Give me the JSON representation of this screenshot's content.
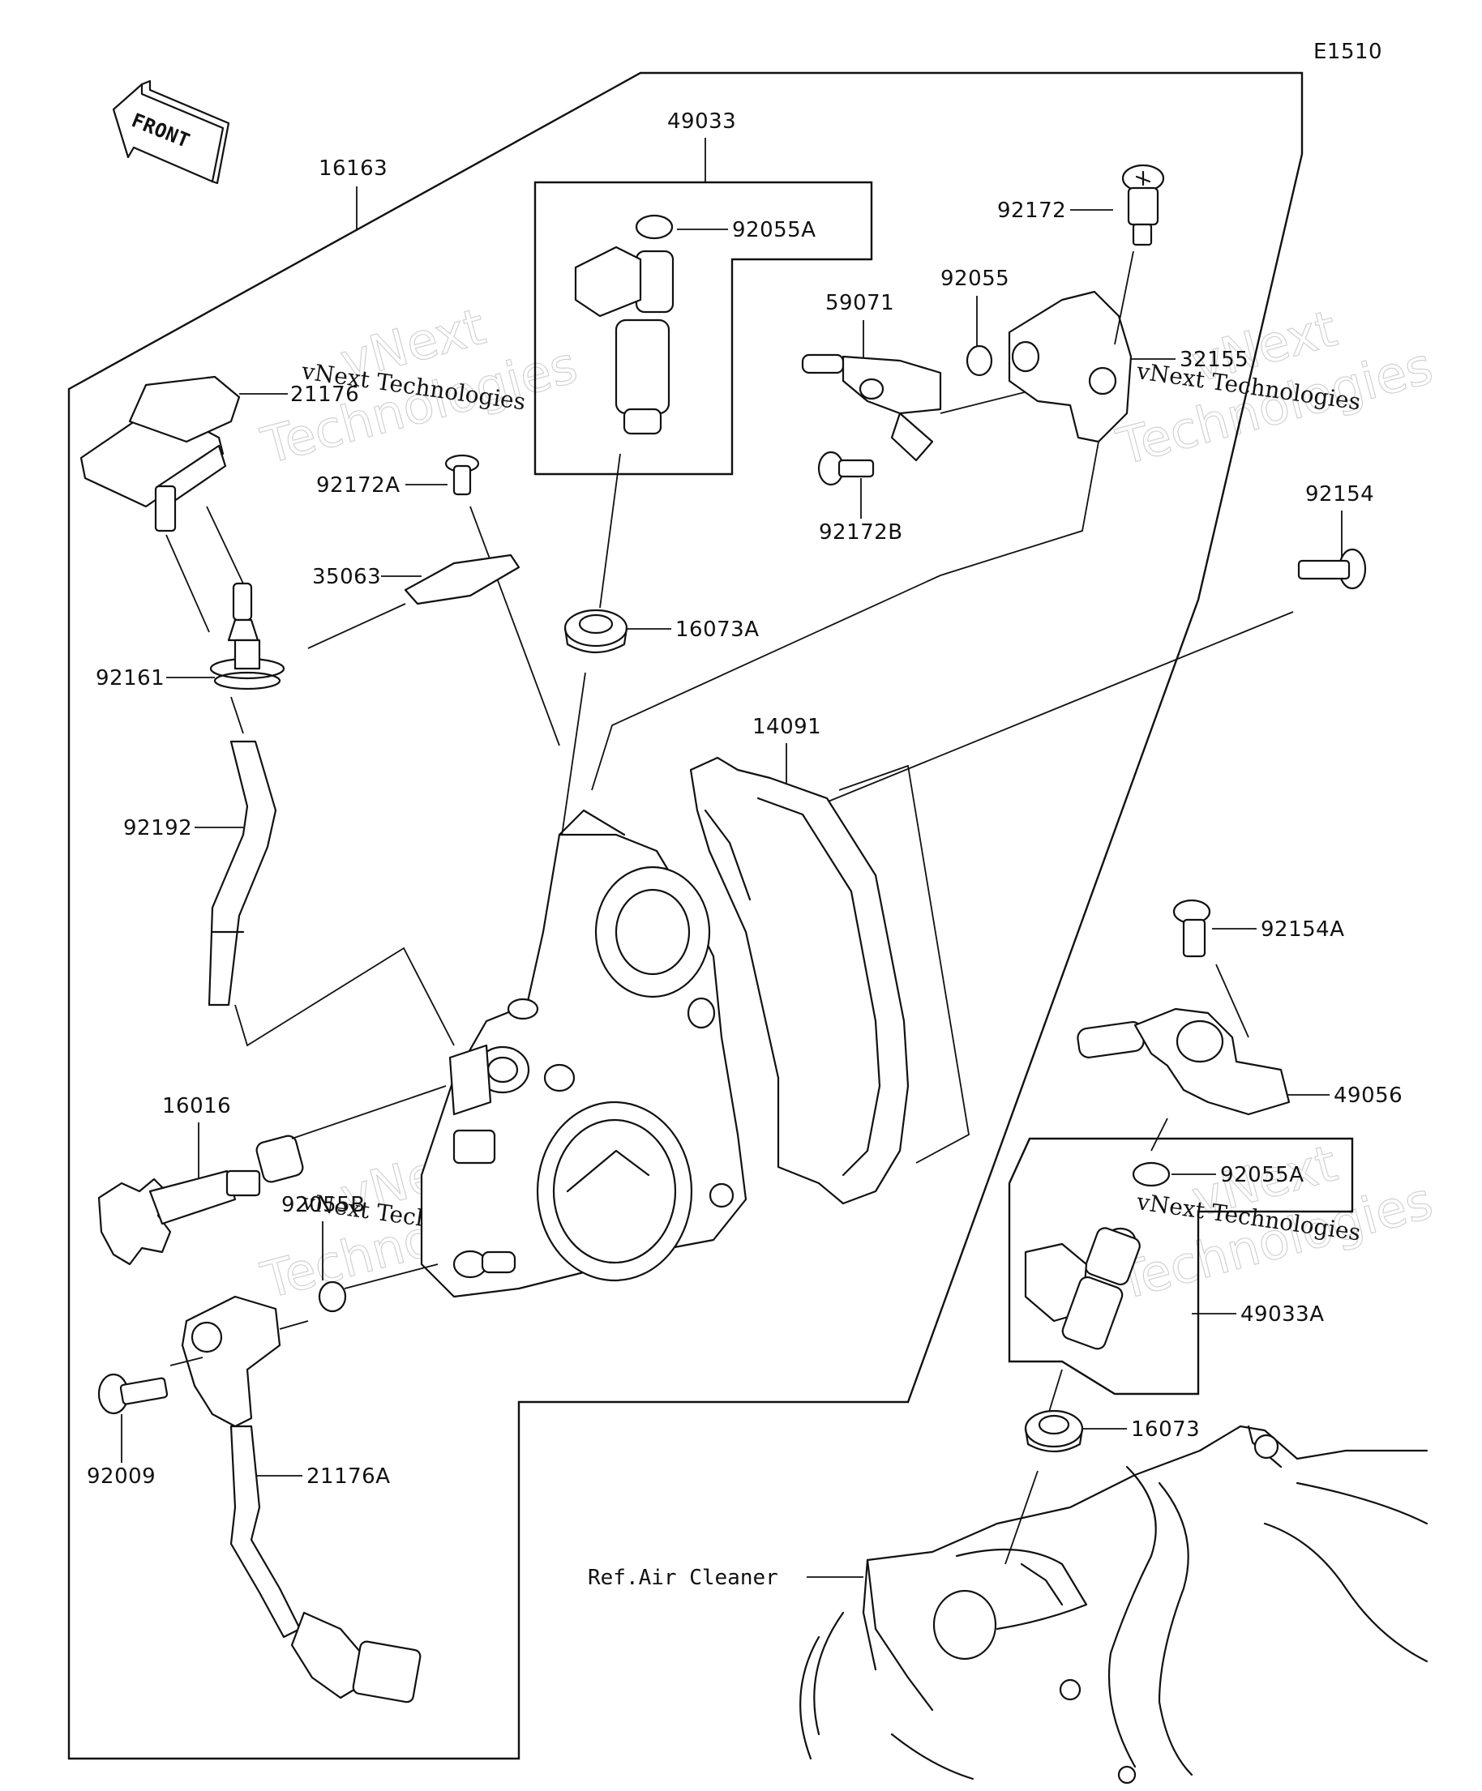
{
  "diagram_code": "E1510",
  "front_label": "FRONT",
  "reference_label": "Ref.Air Cleaner",
  "part_numbers": {
    "p16163": "16163",
    "p49033": "49033",
    "p92055A_top": "92055A",
    "p92172": "92172",
    "p92055": "92055",
    "p59071": "59071",
    "p32155": "32155",
    "p21176": "21176",
    "p92172A": "92172A",
    "p92172B": "92172B",
    "p35063": "35063",
    "p92154": "92154",
    "p16073A": "16073A",
    "p92161": "92161",
    "p14091": "14091",
    "p92192": "92192",
    "p92154A": "92154A",
    "p49056": "49056",
    "p16016": "16016",
    "p92055B": "92055B",
    "p92055A_bottom": "92055A",
    "p49033A": "49033A",
    "p16073": "16073",
    "p92009": "92009",
    "p21176A": "21176A"
  },
  "watermark": {
    "line1": "vNext",
    "line2": "Technologies",
    "full": "vNext Technologies"
  }
}
